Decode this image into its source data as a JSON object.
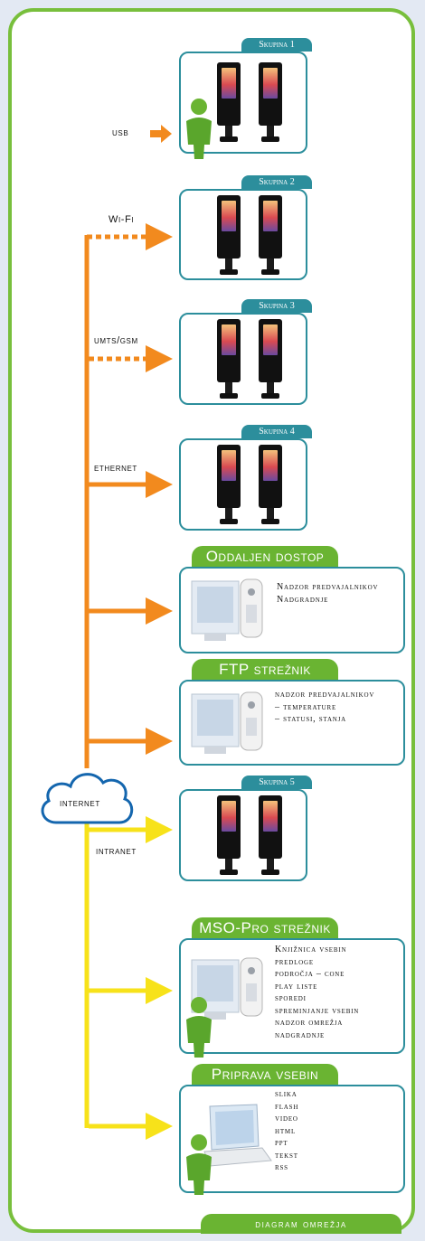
{
  "groups": {
    "g1": {
      "title": "Skupina 1"
    },
    "g2": {
      "title": "Skupina 2"
    },
    "g3": {
      "title": "Skupina 3"
    },
    "g4": {
      "title": "Skupina 4"
    },
    "g5": {
      "title": "Skupina 5"
    }
  },
  "connections": {
    "usb": "usb",
    "wifi": "Wi-Fi",
    "umts": "umts/gsm",
    "ethernet": "ethernet",
    "internet": "internet",
    "intranet": "intranet"
  },
  "remote_access": {
    "title": "Oddaljen dostop",
    "items": [
      "Nadzor predvajalnikov",
      "Nadgradnje"
    ]
  },
  "ftp_server": {
    "title": "FTP strežnik",
    "items": [
      "nadzor predvajalnikov",
      "– temperature",
      "– statusi, stanja"
    ]
  },
  "mso_server": {
    "title": "MSO-Pro strežnik",
    "items": [
      "Knjižnica vsebin",
      "predloge",
      "področja – cone",
      "play liste",
      "sporedi",
      "spreminjanje vsebin",
      "nadzor omrežja",
      "nadgradnje"
    ]
  },
  "content_prep": {
    "title": "Priprava vsebin",
    "items": [
      "slika",
      "flash",
      "video",
      "html",
      "ppt",
      "tekst",
      "rss"
    ]
  },
  "footer": {
    "title": "diagram omrežja"
  },
  "colors": {
    "frame": "#78bf3c",
    "box_border": "#2c8e9c",
    "internet_line": "#f28a1e",
    "intranet_line": "#f7e21a"
  }
}
